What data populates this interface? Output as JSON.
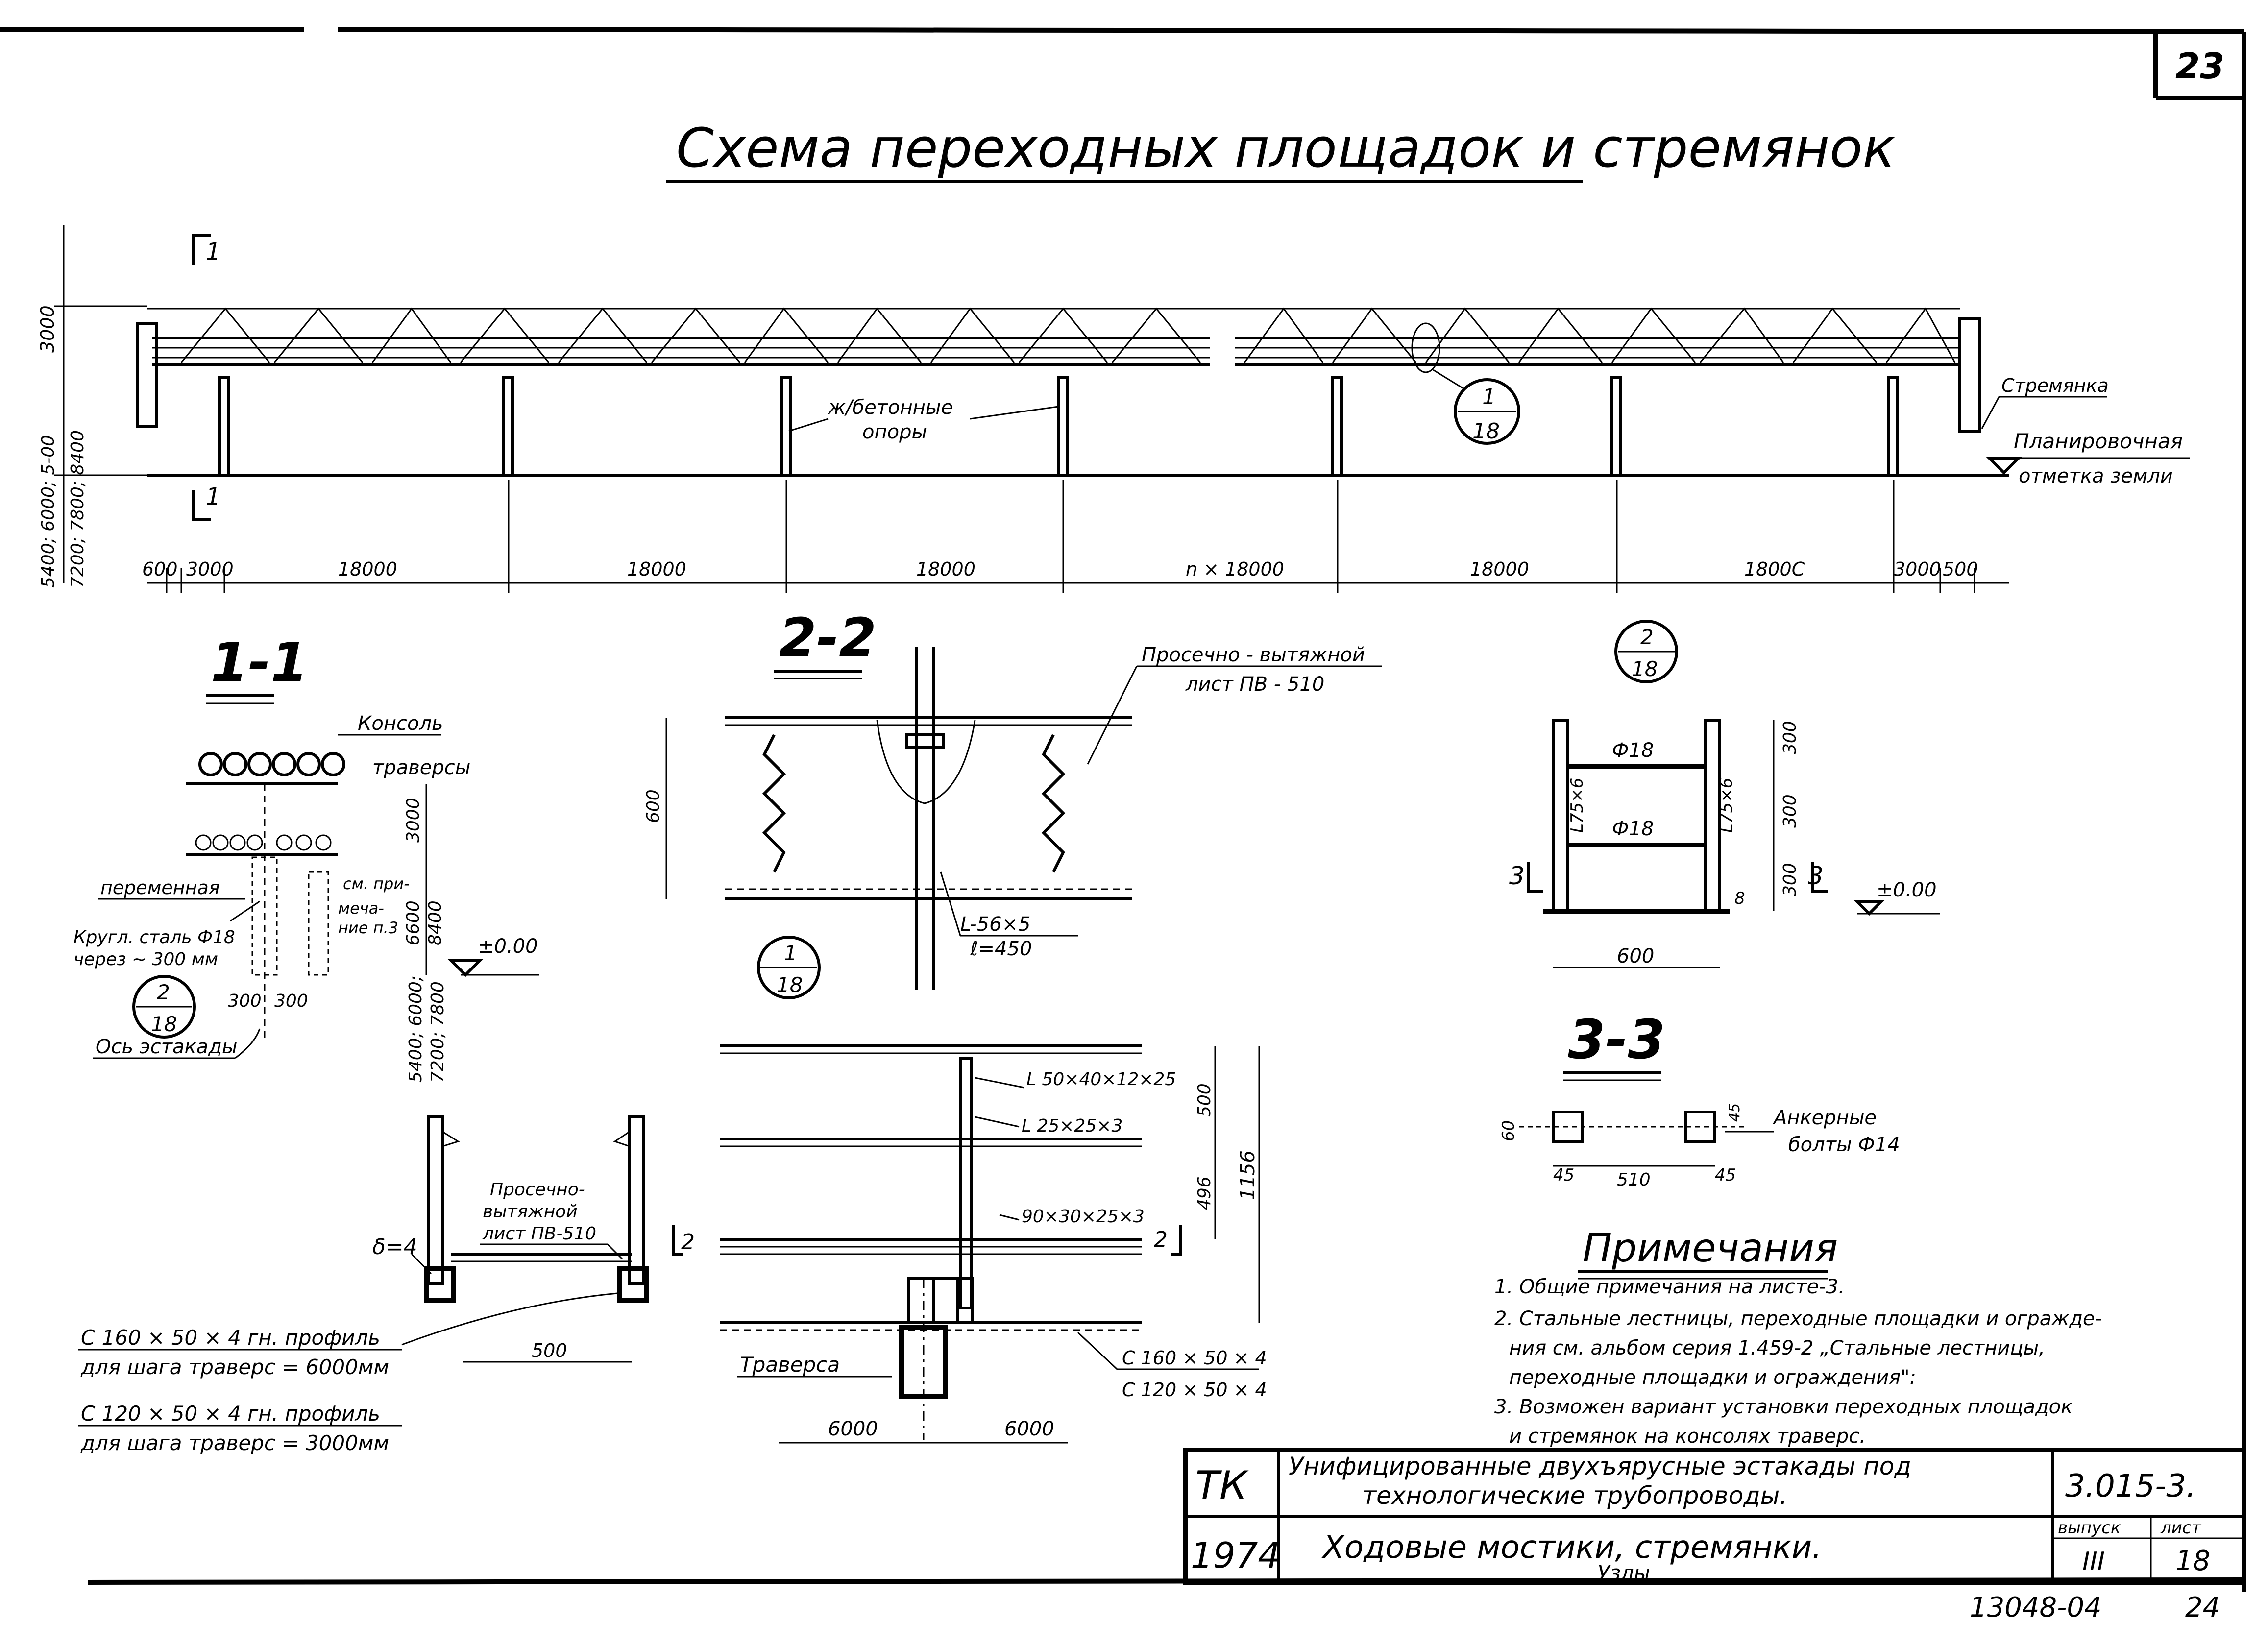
{
  "sheet_number": "23",
  "title": "Схема переходных площадок и стремянок",
  "main_scheme": {
    "height_label": "3000",
    "height_below_label": "5400; 6000; 5-00",
    "height_below_label2": "7200; 7800; 8400",
    "section_marker": "1",
    "label_supports": "ж/бетонные",
    "label_supports2": "опоры",
    "label_ladder": "Стремянка",
    "label_ground": "Планировочная",
    "label_ground2": "отметка земли",
    "callout_top": "1",
    "callout_bottom": "18",
    "dims": [
      "600",
      "3000",
      "18000",
      "18000",
      "18000",
      "n × 18000",
      "18000",
      "1800C",
      "3000",
      "500"
    ]
  },
  "section_1_1": {
    "title": "1-1",
    "label_console": "Консоль",
    "label_console2": "траверсы",
    "dim_3000": "3000",
    "dim_6600": "6600",
    "dim_8400": "8400",
    "label_variable": "переменная",
    "label_see_note": "см. при-",
    "label_see_note2": "меча-",
    "label_see_note3": "ние п.3",
    "label_round_steel": "Кругл. сталь Ф18",
    "label_round_steel2": "через ~ 300 мм",
    "level": "±0.00",
    "dim_300a": "300",
    "dim_300b": "300",
    "callout_top": "2",
    "callout_bottom": "18",
    "label_axis": "Ось эстакады",
    "dim_lower": "5400; 6000;",
    "dim_lower2": "7200; 7800"
  },
  "section_2_2": {
    "title": "2-2",
    "label_sheet": "Просечно - вытяжной",
    "label_sheet2": "лист ПВ - 510",
    "dim_600": "600",
    "label_angle": "L-56×5",
    "label_length": "ℓ=450",
    "callout_top": "1",
    "callout_bottom": "18"
  },
  "node_2_18": {
    "callout_top": "2",
    "callout_bottom": "18",
    "label_left_angle": "L75×6",
    "label_right_angle": "L75×6",
    "rod1": "Ф18",
    "rod2": "Ф18",
    "dim_300a": "300",
    "dim_300b": "300",
    "dim_300c": "300",
    "dim_8": "8",
    "dim_600": "600",
    "section_left": "3",
    "section_right": "3",
    "level": "±0.00"
  },
  "section_3_3": {
    "title": "3-3",
    "dim_60": "60",
    "dim_45a": "45",
    "dim_510": "510",
    "dim_45b": "45",
    "dim_45c": "45",
    "label_bolts": "Анкерные",
    "label_bolts2": "болты Ф14"
  },
  "platform_section": {
    "delta": "δ=4",
    "label_sheet": "Просечно-",
    "label_sheet2": "вытяжной",
    "label_sheet3": "лист ПВ-510",
    "marker_2": "2",
    "dim_500": "500",
    "profile1": "С 160 × 50 × 4   гн.  профиль",
    "profile1b": "для  шага  траверс  = 6000мм",
    "profile2": "С 120 × 50 × 4   гн.  профиль",
    "profile2b": "для  шага  траверс  = 3000мм"
  },
  "plan_view": {
    "label1": "L 50×40×12×25",
    "label2": "L 25×25×3",
    "label3": "90×30×25×3",
    "marker_2": "2",
    "dim_500": "500",
    "dim_496": "496",
    "dim_1156": "1156",
    "label_traverse": "Траверса",
    "label_c160": "С 160 × 50 × 4",
    "label_c120": "С 120 × 50 × 4",
    "dim_6000a": "6000",
    "dim_6000b": "6000"
  },
  "notes": {
    "title": "Примечания",
    "items": [
      "1. Общие примечания на листе-3.",
      "2. Стальные лестницы, переходные площадки и огражде-",
      "ния  см. альбом  серия  1.459-2 „Стальные  лестницы,",
      "переходные  площадки  и  ограждения\":",
      "3. Возможен  вариант  установки  переходных  площадок",
      "и стремянок  на  консолях  траверс."
    ]
  },
  "title_block": {
    "org": "ТК",
    "year": "1974",
    "line1": "Унифицированные  двухъярусные  эстакады  под",
    "line2": "технологические  трубопроводы.",
    "code": "3.015-3.",
    "line3": "Ходовые  мостики,  стремянки.",
    "line4": "Узлы",
    "issue_label": "выпуск",
    "issue_value": "III",
    "sheet_label": "лист",
    "sheet_value": "18"
  },
  "stamp_bottom": "13048-04",
  "stamp_corner": "24"
}
